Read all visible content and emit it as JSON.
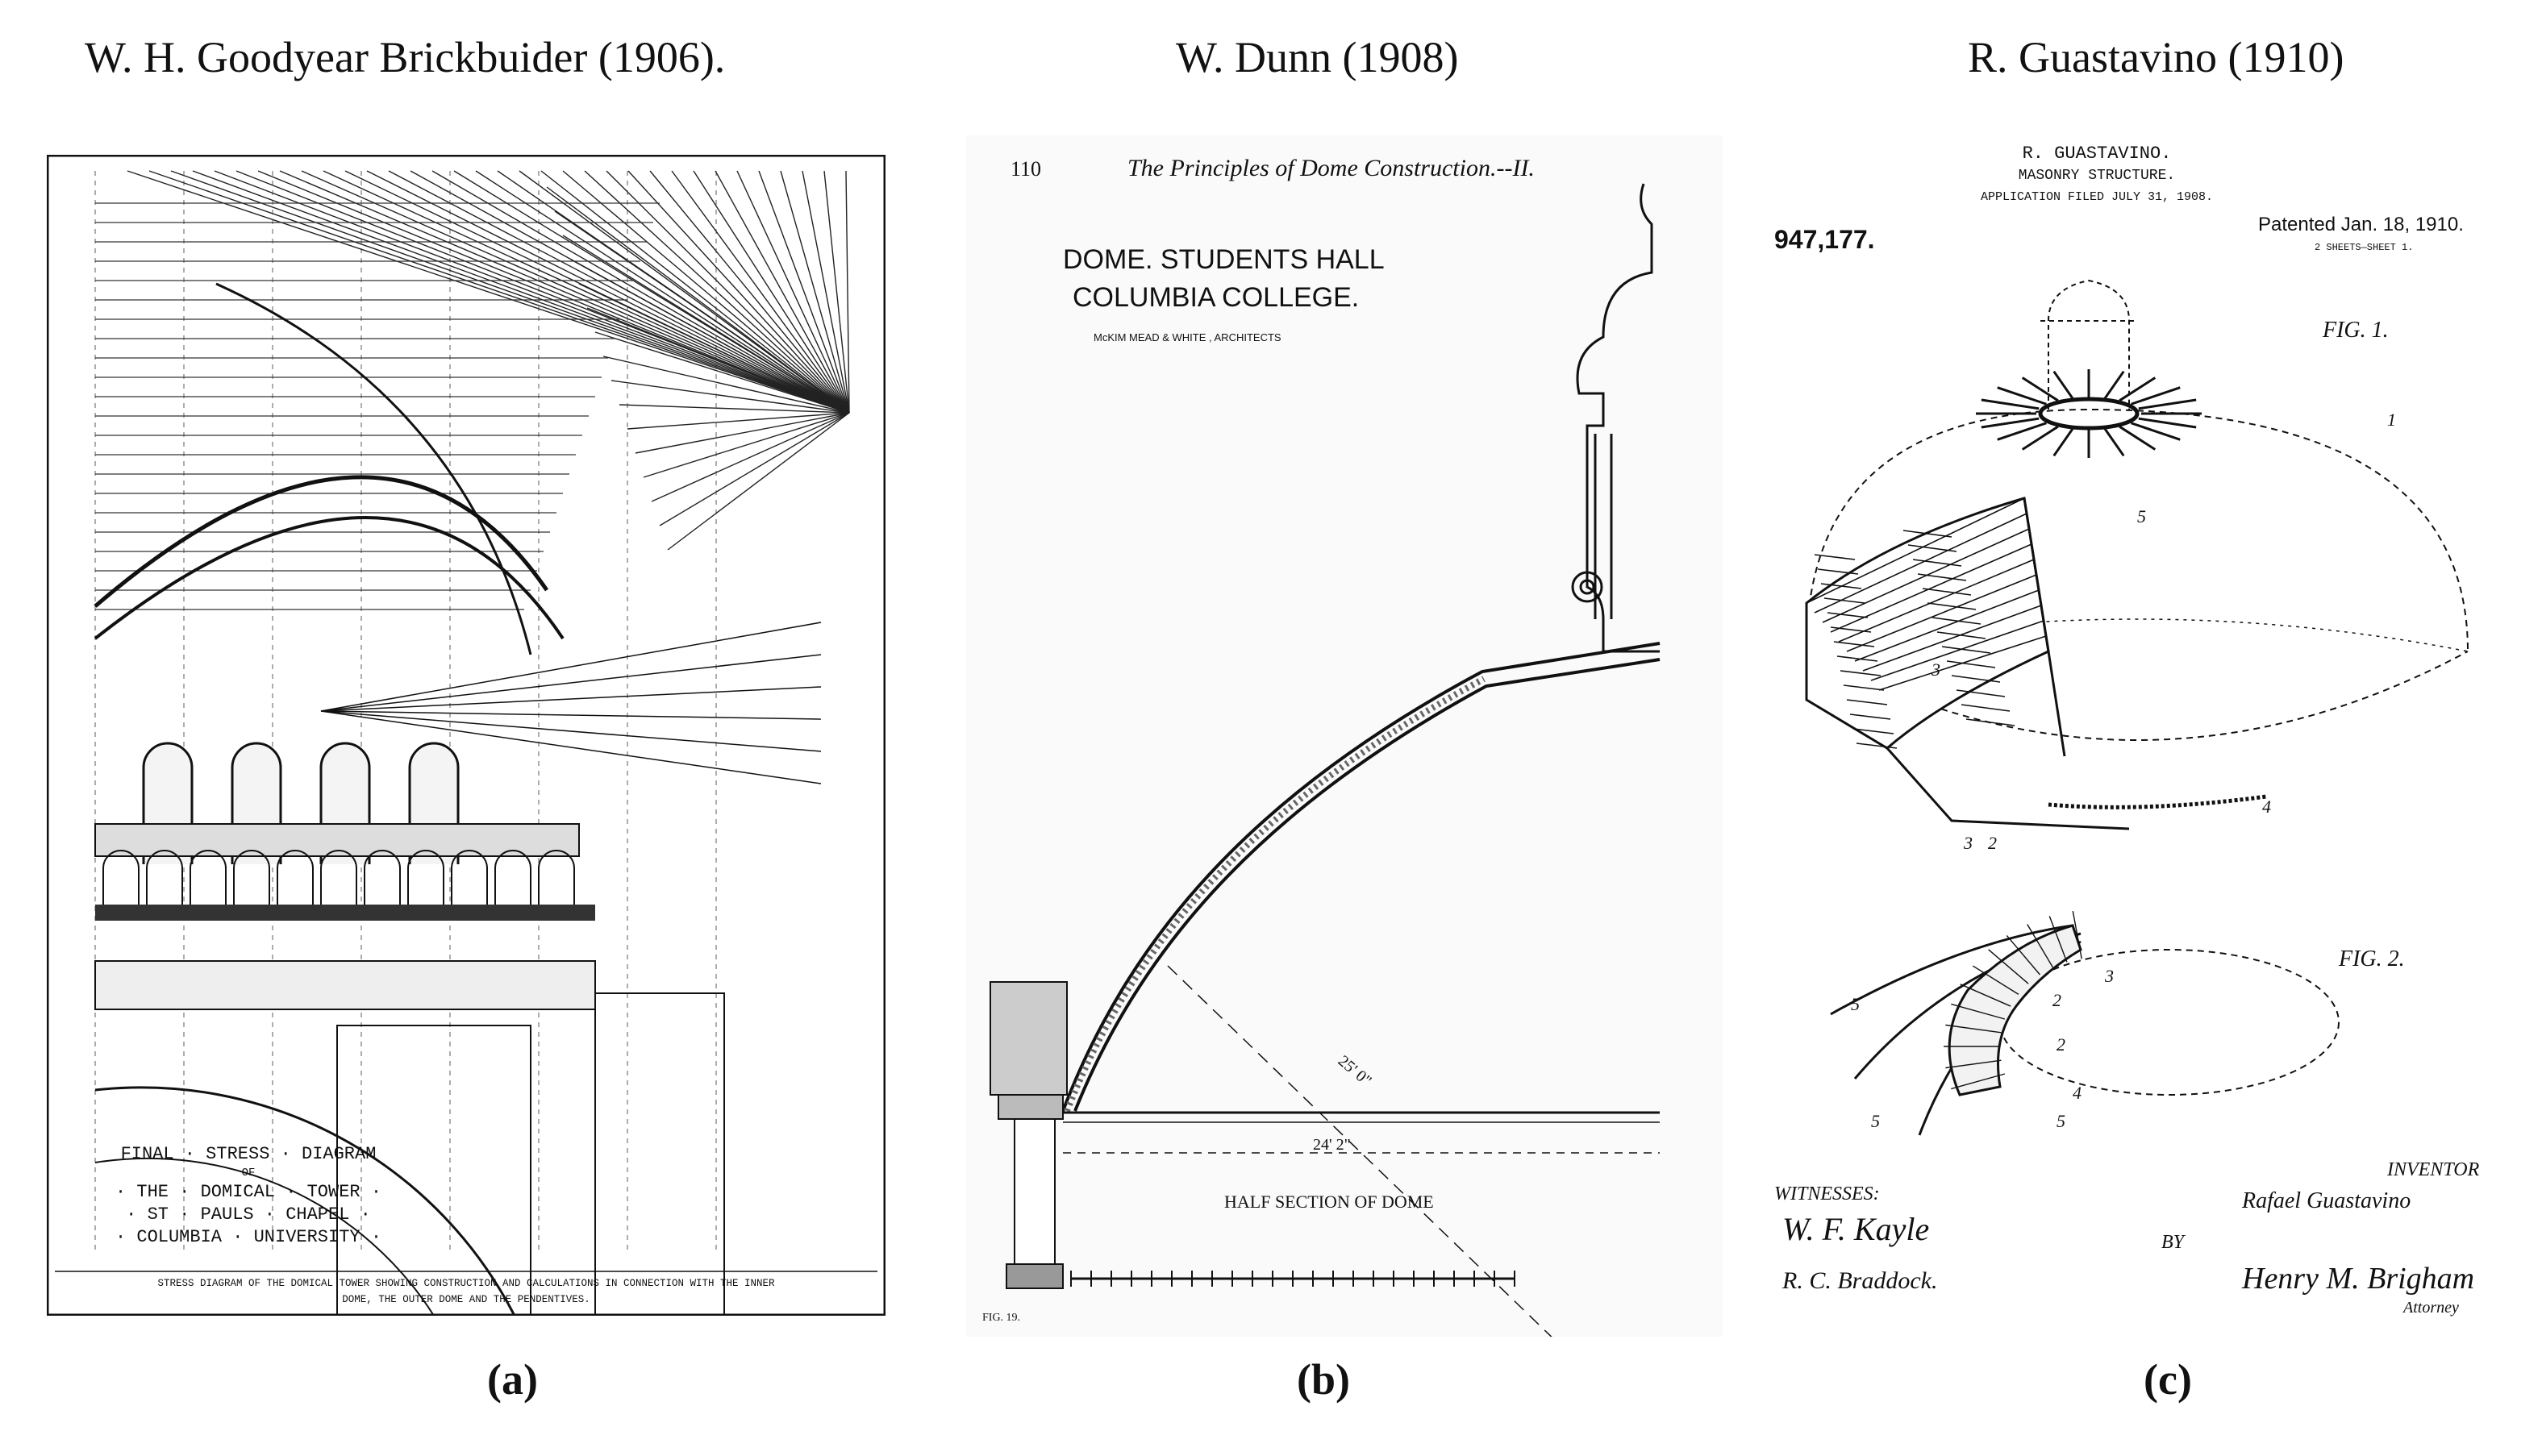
{
  "titles": {
    "a": "W. H. Goodyear Brickbuider (1906).",
    "b": "W. Dunn (1908)",
    "c": "R. Guastavino (1910)"
  },
  "labels": {
    "a": "(a)",
    "b": "(b)",
    "c": "(c)"
  },
  "panel_a": {
    "inset_title": [
      "FINAL · STRESS · DIAGRAM",
      "OF",
      "· THE · DOMICAL · TOWER ·",
      "· ST · PAULS · CHAPEL ·",
      "· COLUMBIA · UNIVERSITY ·"
    ],
    "caption_line1": "STRESS DIAGRAM OF THE DOMICAL TOWER SHOWING CONSTRUCTION AND CALCULATIONS IN CONNECTION WITH THE INNER",
    "caption_line2": "DOME, THE OUTER DOME AND THE PENDENTIVES."
  },
  "panel_b": {
    "page_number": "110",
    "running_head": "The Principles of Dome Construction.--II.",
    "title_line1": "DOME. STUDENTS HALL",
    "title_line2": "COLUMBIA COLLEGE.",
    "architects": "McKIM MEAD & WHITE , ARCHITECTS",
    "radius_dim": "25' 0\"",
    "span_dim": "24' 2\"",
    "section_label": "HALF SECTION OF DOME",
    "fig": "FIG. 19."
  },
  "panel_c": {
    "inventor_name": "R. GUASTAVINO.",
    "subject": "MASONRY STRUCTURE.",
    "application": "APPLICATION FILED JULY 31, 1908.",
    "patent_number": "947,177.",
    "patented": "Patented Jan. 18, 1910.",
    "sheets": "2 SHEETS—SHEET 1.",
    "fig1": "FIG. 1.",
    "fig2": "FIG. 2.",
    "witnesses": "WITNESSES:",
    "inventor_label": "INVENTOR",
    "inventor_signature": "Rafael Guastavino",
    "by": "BY",
    "attorney": "Attorney",
    "witness1": "W. F. Kayle",
    "witness2": "R. C. Braddock.",
    "attorney_signature": "Henry M. Brigham",
    "callouts": [
      "1",
      "5",
      "3",
      "4",
      "3",
      "2",
      "3",
      "2",
      "2",
      "5",
      "5",
      "4",
      "5"
    ]
  }
}
